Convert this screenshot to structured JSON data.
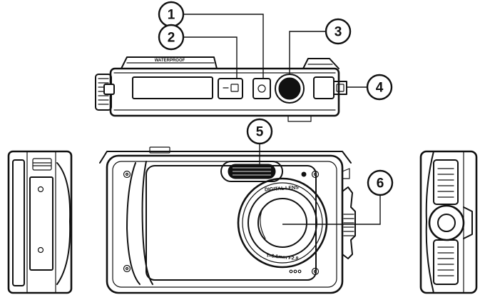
{
  "callouts": [
    {
      "number": "1",
      "part": "button"
    },
    {
      "number": "2",
      "part": "mode-button"
    },
    {
      "number": "3",
      "part": "shutter-button"
    },
    {
      "number": "4",
      "part": "strap-loop"
    },
    {
      "number": "5",
      "part": "flash"
    },
    {
      "number": "6",
      "part": "lens"
    }
  ],
  "lens_ring_text": {
    "top": "DIGITAL LENS",
    "bottom": "f=6.1mm F2.8"
  },
  "top_view_text": "WATERPROOF"
}
